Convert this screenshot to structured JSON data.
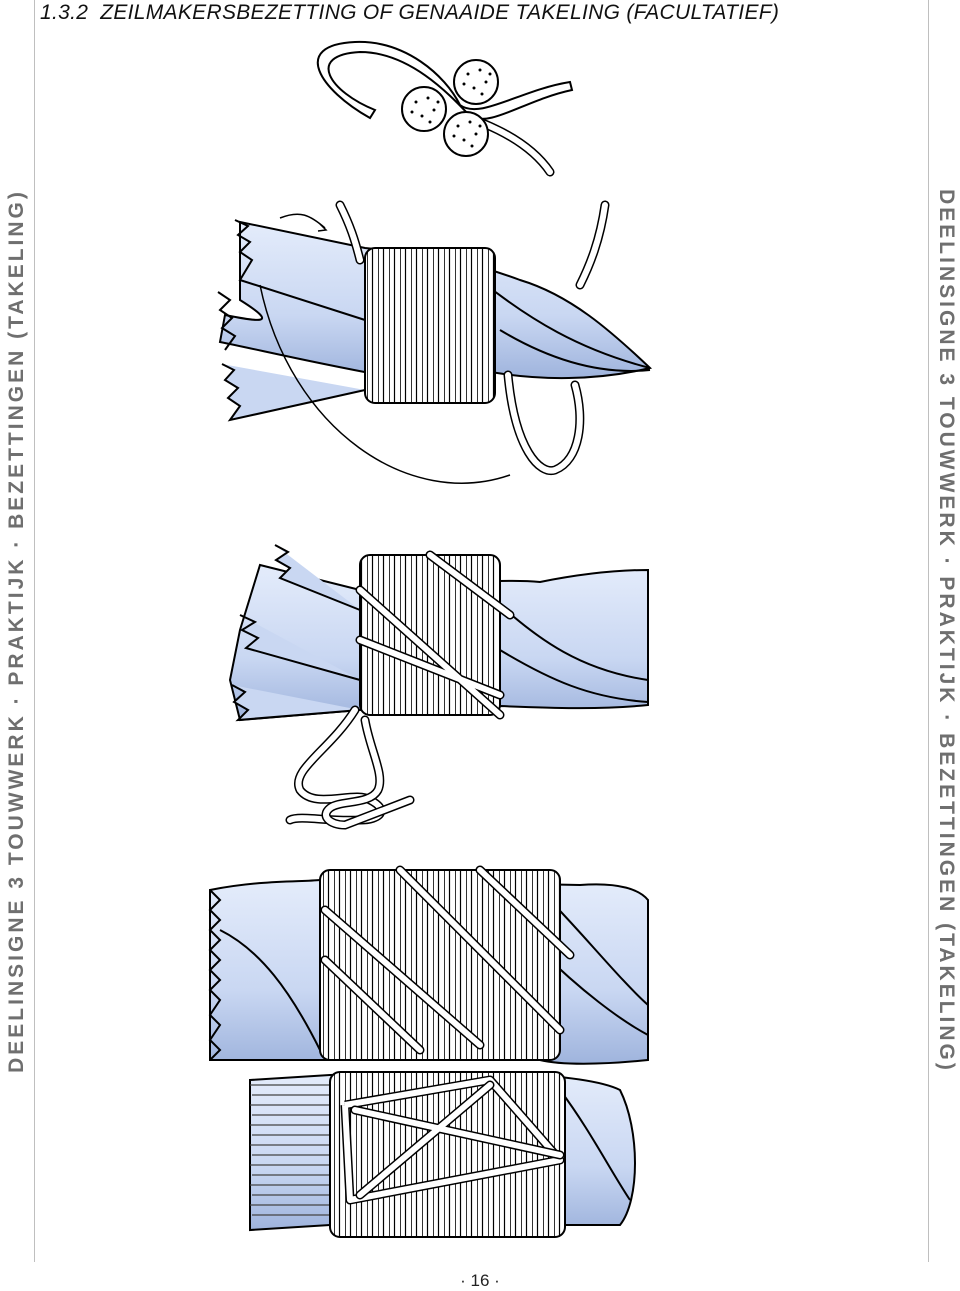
{
  "section": {
    "number": "1.3.2",
    "title": "ZEILMAKERSBEZETTING OF GENAAIDE TAKELING (FACULTATIEF)"
  },
  "side_label_left": "DEELINSIGNE 3 TOUWWERK · PRAKTIJK · BEZETTINGEN (TAKELING)",
  "side_label_right": "DEELINSIGNE 3 TOUWWERK · PRAKTIJK · BEZETTINGEN (TAKELING)",
  "page_number": "· 16 ·",
  "illustration": {
    "rope_color": "#c9d7f2",
    "rope_dark": "#9fb4dd",
    "yarn_color": "#ffffff",
    "steps": [
      "strand-insertion",
      "whipping-turns-with-loop",
      "frapping-with-reef-knot",
      "stitched-whipping",
      "finished-whipping-teased-end"
    ]
  }
}
